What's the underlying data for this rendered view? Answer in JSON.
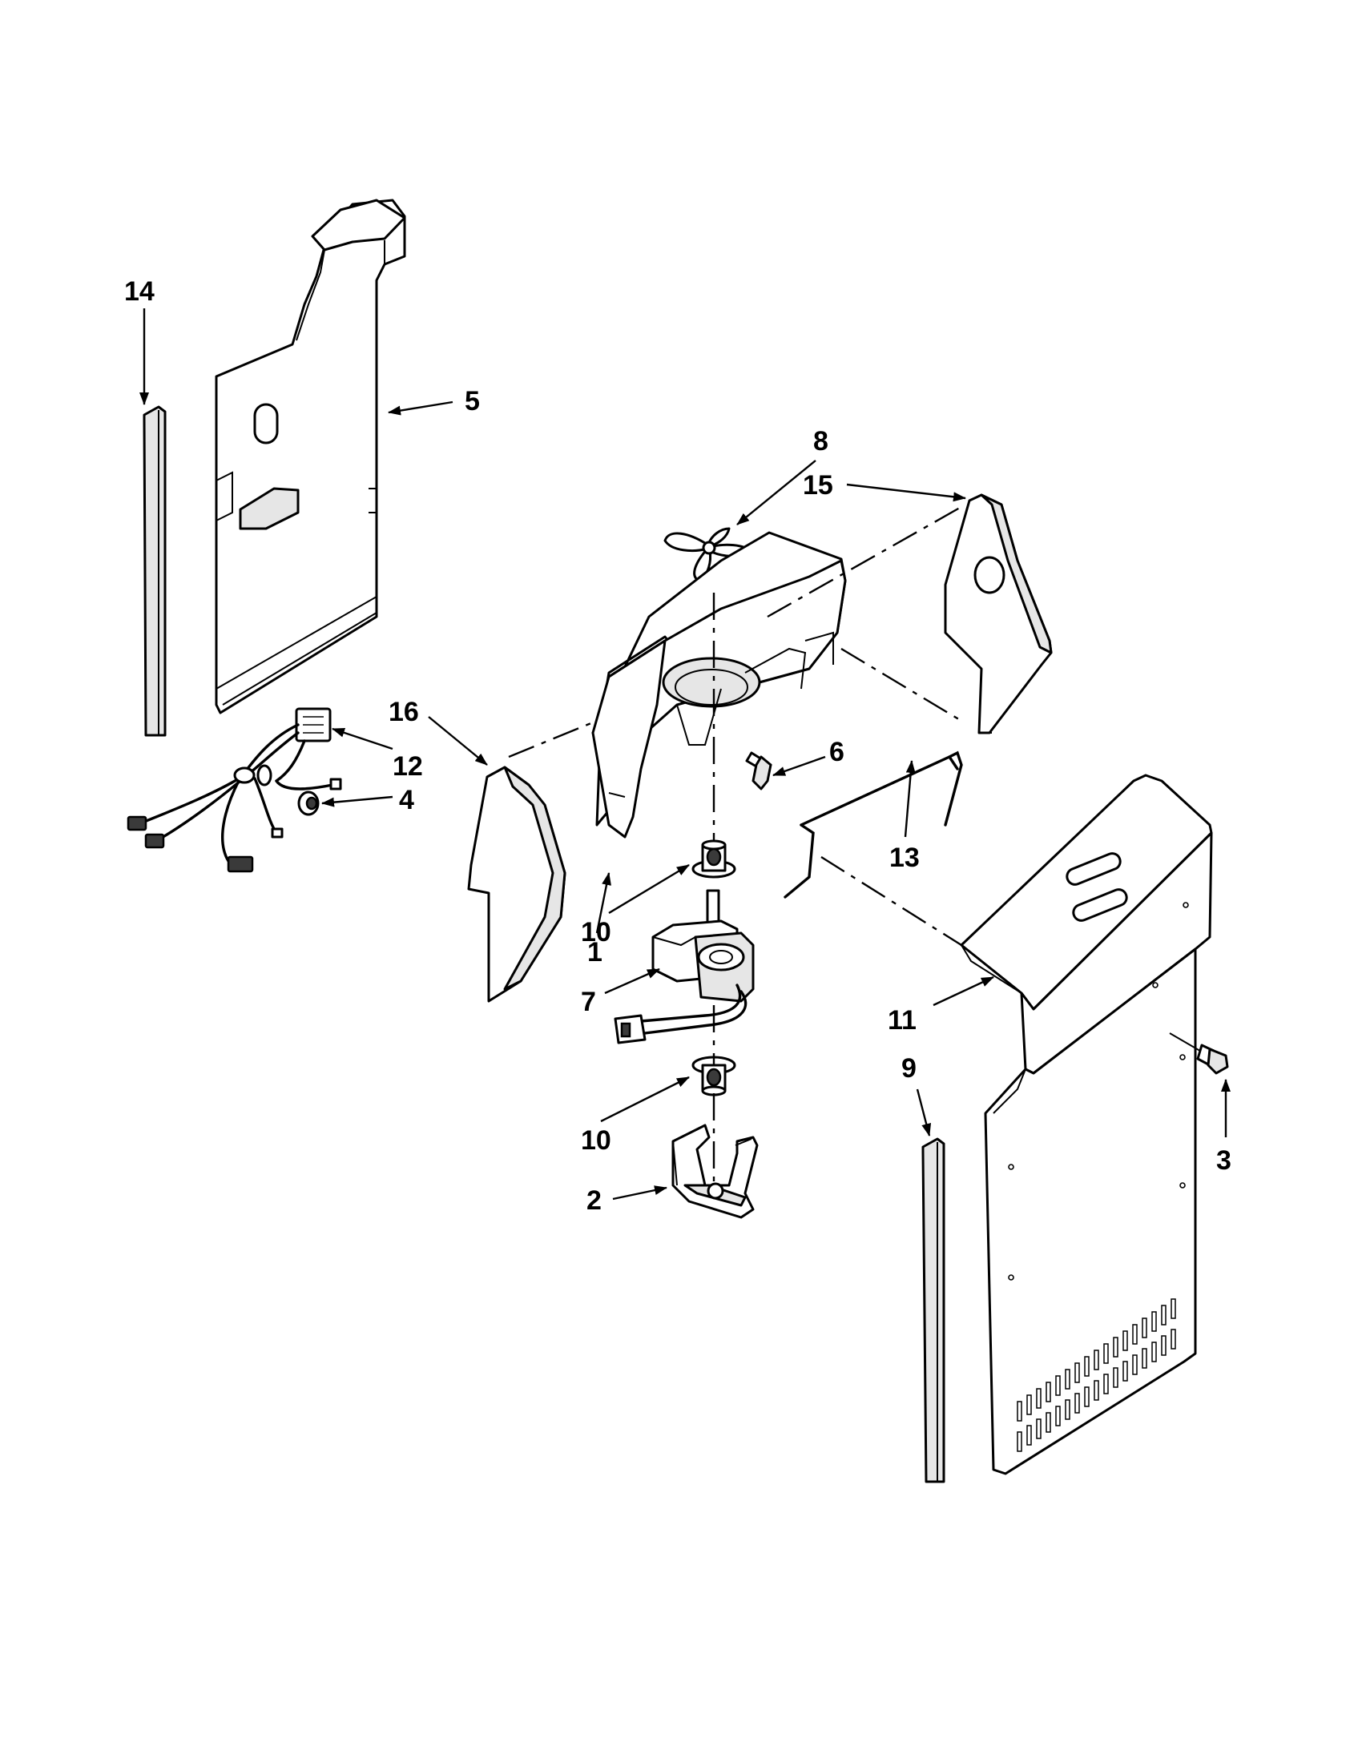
{
  "callouts": [
    {
      "id": "c1",
      "text": "1"
    },
    {
      "id": "c2",
      "text": "2"
    },
    {
      "id": "c3",
      "text": "3"
    },
    {
      "id": "c4",
      "text": "4"
    },
    {
      "id": "c5",
      "text": "5"
    },
    {
      "id": "c6",
      "text": "6"
    },
    {
      "id": "c7",
      "text": "7"
    },
    {
      "id": "c8",
      "text": "8"
    },
    {
      "id": "c9",
      "text": "9"
    },
    {
      "id": "c10a",
      "text": "10"
    },
    {
      "id": "c10b",
      "text": "10"
    },
    {
      "id": "c11",
      "text": "11"
    },
    {
      "id": "c12",
      "text": "12"
    },
    {
      "id": "c13",
      "text": "13"
    },
    {
      "id": "c14",
      "text": "14"
    },
    {
      "id": "c15",
      "text": "15"
    },
    {
      "id": "c16",
      "text": "16"
    }
  ]
}
